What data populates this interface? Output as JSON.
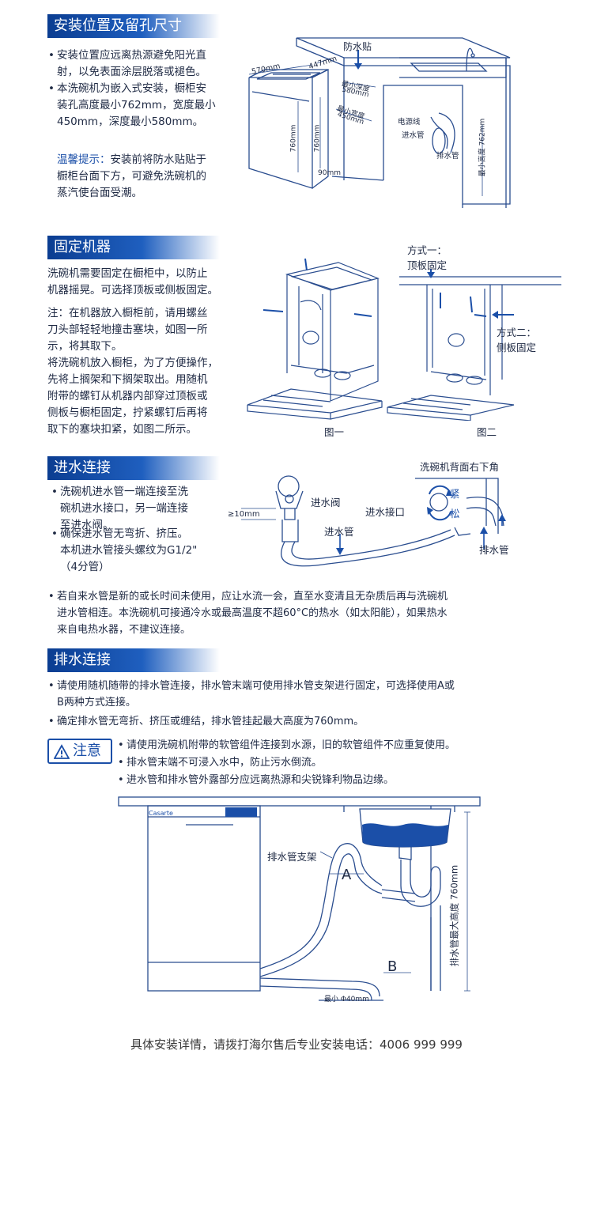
{
  "install": {
    "title": "安装位置及留孔尺寸",
    "b1_l1": "安装位置应远离热源避免阳光直",
    "b1_l2": "射，以免表面涂层脱落或褪色。",
    "b2_l1": "本洗碗机为嵌入式安装，橱柜安",
    "b2_l2": "装孔高度最小762mm，宽度最小",
    "b2_l3": "450mm，深度最小580mm。",
    "tip_label": "温馨提示：",
    "tip_l1": "安装前将防水贴贴于",
    "tip_l2": "橱柜台面下方，可避免洗碗机的",
    "tip_l3": "蒸汽使台面受潮。",
    "diagram": {
      "waterproof": "防水贴",
      "d570": "570mm",
      "d447": "447mm",
      "min_depth": "最小深度",
      "d580": "580mm",
      "min_width": "最小宽度",
      "d450": "450mm",
      "power": "电源线",
      "inlet": "进水管",
      "drain": "排水管",
      "d760a": "760mm",
      "d760b": "760mm",
      "d90": "90mm",
      "min_height": "最小高度 762mm"
    }
  },
  "fix": {
    "title": "固定机器",
    "p1_l1": "洗碗机需要固定在橱柜中，以防止",
    "p1_l2": "机器摇晃。可选择顶板或侧板固定。",
    "p2_l1": "注：在机器放入橱柜前，请用螺丝",
    "p2_l2": "刀头部轻轻地撞击塞块，如图一所",
    "p2_l3": "示，将其取下。",
    "p3_l1": "将洗碗机放入橱柜，为了方便操作，",
    "p3_l2": "先将上搁架和下搁架取出。用随机",
    "p3_l3": "附带的螺钉从机器内部穿过顶板或",
    "p3_l4": "侧板与橱柜固定，拧紧螺钉后再将",
    "p3_l5": "取下的塞块扣紧，如图二所示。",
    "method1_l1": "方式一：",
    "method1_l2": "顶板固定",
    "method2_l1": "方式二：",
    "method2_l2": "侧板固定",
    "fig1": "图一",
    "fig2": "图二"
  },
  "inlet": {
    "title": "进水连接",
    "b1_l1": "洗碗机进水管一端连接至洗",
    "b1_l2": "碗机进水接口，另一端连接",
    "b1_l3": "至进水阀。",
    "b2_l1": "确保进水管无弯折、挤压。",
    "b2_l2": "本机进水管接头螺纹为G1/2\"",
    "b2_l3": "（4分管）",
    "b3_l1": "若自来水管是新的或长时间未使用，应让水流一会，直至水变清且无杂质后再与洗碗机",
    "b3_l2": "进水管相连。本洗碗机可接通冷水或最高温度不超60°C的热水（如太阳能），如果热水",
    "b3_l3": "来自电热水器，不建议连接。",
    "diagram": {
      "corner": "洗碗机背面右下角",
      "valve": "进水阀",
      "gap": "≥10mm",
      "hose": "进水管",
      "port": "进水接口",
      "tight": "紧",
      "loose": "松",
      "drain": "排水管"
    }
  },
  "drain": {
    "title": "排水连接",
    "b1_l1": "请使用随机随带的排水管连接，排水管末端可使用排水管支架进行固定，可选择使用A或",
    "b1_l2": "B两种方式连接。",
    "b2": "确定排水管无弯折、挤压或缠结，排水管挂起最大高度为760mm。",
    "notice": "注意",
    "n1": "请使用洗碗机附带的软管组件连接到水源，旧的软管组件不应重复使用。",
    "n2": "排水管末端不可浸入水中，防止污水倒流。",
    "n3": "进水管和排水管外露部分应远离热源和尖锐锋利物品边缘。",
    "diagram": {
      "brand": "Casarte",
      "bracket": "排水管支架",
      "a": "A",
      "b": "B",
      "min_dia": "最小 Φ40mm",
      "max_height": "排水管最大高度 760mm"
    }
  },
  "footer": "具体安装详情，请拨打海尔售后专业安装电话：4006 999 999",
  "colors": {
    "accent": "#1b4fa8",
    "title_bg": "#0b3d91",
    "line": "#2a4d8f"
  }
}
